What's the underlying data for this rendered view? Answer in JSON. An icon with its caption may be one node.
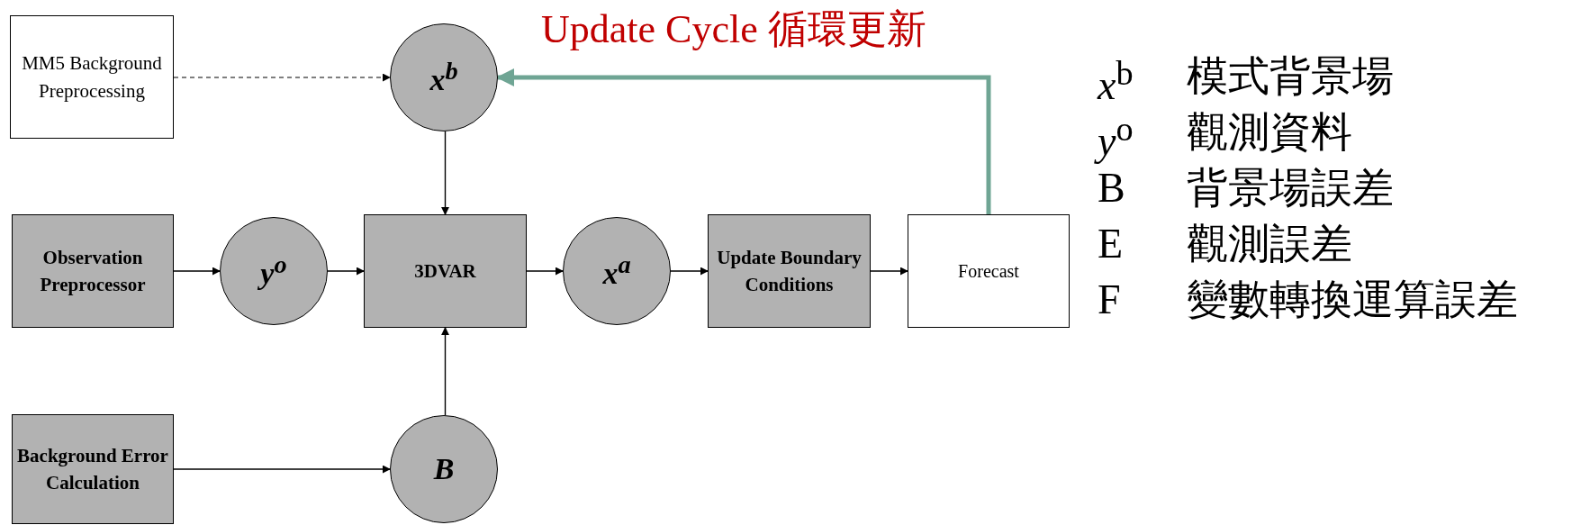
{
  "diagram": {
    "nodes": [
      {
        "text": [
          "MM5 Background Preprocessing"
        ]
      },
      {
        "text": [
          "x$^{b}$"
        ]
      },
      {
        "text": [
          "Observation Preprocessor"
        ]
      },
      {
        "text": [
          "y$^{o}$"
        ]
      },
      {
        "text": [
          "3DVAR"
        ]
      },
      {
        "text": [
          "x$^{a}$"
        ]
      },
      {
        "text": [
          "Update Boundary Conditions"
        ]
      },
      {
        "text": [
          "Forecast"
        ]
      },
      {
        "text": [
          "Background Error Calculation"
        ]
      },
      {
        "text": [
          "B"
        ]
      }
    ],
    "edges": [
      {
        "from": 0,
        "to": 1,
        "arrow": "to",
        "style": "dashed"
      },
      {
        "from": 1,
        "to": 4,
        "arrow": "to"
      },
      {
        "from": 2,
        "to": 3,
        "arrow": "to"
      },
      {
        "from": 3,
        "to": 4,
        "arrow": "to"
      },
      {
        "from": 4,
        "to": 5,
        "arrow": "to"
      },
      {
        "from": 5,
        "to": 6,
        "arrow": "to"
      },
      {
        "from": 6,
        "to": 7,
        "arrow": "to"
      },
      {
        "from": 8,
        "to": 9,
        "arrow": "to"
      },
      {
        "from": 9,
        "to": 4,
        "arrow": "to"
      },
      {
        "from": 7,
        "to": 1,
        "arrow": "to",
        "label": "Update Cycle 循環更新",
        "style": "thick",
        "color": "#6fa594"
      }
    ],
    "labels": [
      "*x*$^{b}$",
      "模式背景場",
      "*y*$^{o}$",
      "觀測資料",
      "B",
      "背景場誤差",
      "E",
      "觀測誤差",
      "F",
      "變數轉換運算誤差"
    ]
  }
}
